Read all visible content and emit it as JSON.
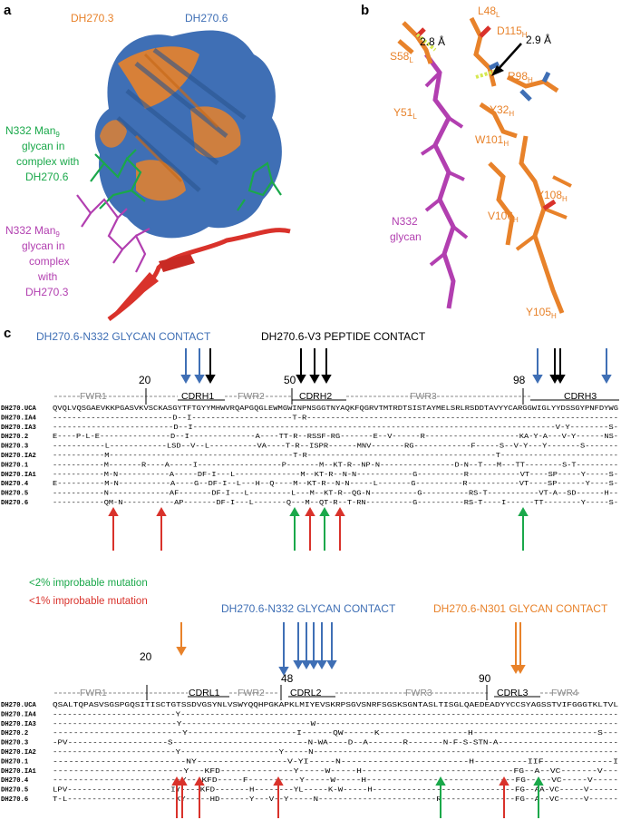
{
  "panel_a": {
    "letter": "a",
    "dh2703": "DH270.3",
    "dh2706": "DH270.6",
    "green_label": [
      "N332 Man",
      "9",
      "glycan in",
      "complex with",
      "DH270.6"
    ],
    "magenta_label": [
      "N332 Man",
      "9",
      "glycan in",
      "complex",
      "with",
      "DH270.3"
    ]
  },
  "panel_b": {
    "letter": "b",
    "labels": [
      {
        "text": "L48",
        "sub": "L"
      },
      {
        "text": "D115",
        "sub": "H"
      },
      {
        "text": "2.9 Å",
        "sub": ""
      },
      {
        "text": "2.8 Å",
        "sub": ""
      },
      {
        "text": "S58",
        "sub": "L"
      },
      {
        "text": "R98",
        "sub": "H"
      },
      {
        "text": "Y51",
        "sub": "L"
      },
      {
        "text": "Y32",
        "sub": "H"
      },
      {
        "text": "W101",
        "sub": "H"
      },
      {
        "text": "Y108",
        "sub": "H"
      },
      {
        "text": "V106",
        "sub": "H"
      },
      {
        "text": "N332",
        "sub": ""
      },
      {
        "text": "glycan",
        "sub": ""
      },
      {
        "text": "Y105",
        "sub": "H"
      }
    ]
  },
  "panel_c": {
    "letter": "c",
    "heavy": {
      "glycan_contact": "DH270.6-N332 GLYCAN CONTACT",
      "peptide_contact": "DH270.6-V3 PEPTIDE CONTACT",
      "positions": [
        "20",
        "50",
        "98"
      ],
      "regions": [
        "FWR1",
        "CDRH1",
        "FWR2",
        "CDRH2",
        "FWR3",
        "CDRH3"
      ],
      "rows": [
        {
          "name": "DH270.UCA",
          "seq": "QVQLVQSGAEVKKPGASVKVSCKASGYTFTGYYMHWVRQAPGQGLEWMGWINPNSGGTNYAQKFQGRVTMTRDTSISTAYMELSRLRSDDTAVYYCARGGWIGLYYDSSGYPNFDYWG"
        },
        {
          "name": "DH270.IA4",
          "seq": "-------------------------D--I---------------------T-R-----------------------------------------------------------------"
        },
        {
          "name": "DH270.IA3",
          "seq": "-------------------------D--I---------------------------------------------------------------------------V-Y--------S-"
        },
        {
          "name": "DH270.2",
          "seq": "E----P-L-E---------------D--I--------------A----TT-R--RSSF-RG-------E--V------R--------------------KA-Y-A---V-Y------NS-"
        },
        {
          "name": "DH270.3",
          "seq": "-----------L------------LSD--V--L----------VA----T-R--ISPR------MNV-------RG------------F-----S--V-Y---Y-------S-------"
        },
        {
          "name": "DH270.IA2",
          "seq": "-----------M---------------------------------------T-R----------------------------------------T-------------------------"
        },
        {
          "name": "DH270.1",
          "seq": "-----------M-------R----A-----I------------------P-------M--KT-R--NP-N----------------D-N--T---M---TT--------S-T---------"
        },
        {
          "name": "DH270.IA1",
          "seq": "-----------M-N-----------A-----DF-I---L--------------M--KT-R--N-N------------G----------R-----------VT----SP-----Y-----S-"
        },
        {
          "name": "DH270.4",
          "seq": "E----------M-N-----------A----G--DF-I--L---H--Q----M--KT-R--N-N-----L-------G----------R-----------VT----SP------Y----S-"
        },
        {
          "name": "DH270.5",
          "seq": "-----------N-------------AF-------DF-I---L---------L---M--KT-R--QG-N----------G----------RS-T-----------VT-A--SD------H--"
        },
        {
          "name": "DH270.6",
          "seq": "-----------QM-N-----------AP-------DF-I---L-------Q---M--QT-R--T-RN----------G----------RS-T----I------TT--------Y-----S-"
        }
      ]
    },
    "legend": {
      "green": "<2% improbable mutation",
      "red": "<1% improbable mutation"
    },
    "light": {
      "glycan_contact": "DH270.6-N332 GLYCAN CONTACT",
      "n301_contact": "DH270.6-N301 GLYCAN CONTACT",
      "positions": [
        "20",
        "48",
        "90"
      ],
      "regions": [
        "FWR1",
        "CDRL1",
        "FWR2",
        "CDRL2",
        "FWR3",
        "CDRL3",
        "FWR4"
      ],
      "rows": [
        {
          "name": "DH270.UCA",
          "seq": "QSALTQPASVSGSPGQSITISCTGTSSDVGSYNLVSWYQQHPGKAPKLMIYEVSKRPSGVSNRFSGSKSGNTASLTISGLQAEDEADYYCCSYAGSSTVIFGGGTKLTVL"
        },
        {
          "name": "DH270.IA4",
          "seq": "-------------------------Y-----------------------------------------------------------------------------------------"
        },
        {
          "name": "DH270.IA3",
          "seq": "-------------------------Y--------------------------W-------------------------------------------------------------"
        },
        {
          "name": "DH270.2",
          "seq": "-------------------------Y---------------------I------QW------K-----------------H------------------------S---"
        },
        {
          "name": "DH270.3",
          "seq": "-PV--------------------S---------------------------N-WA----D--A-------R-------N-F-S-STN-A------------------------"
        },
        {
          "name": "DH270.IA2",
          "seq": "-------------------------Y--------------------Y-----N--------------------------------------------------------------"
        },
        {
          "name": "DH270.1",
          "seq": "-------------------------NY-----------------V-YI-----N------------------------H----------IIF-------------I"
        },
        {
          "name": "DH270.IA1",
          "seq": "-------------------------Y---KFD--------------Y-----W-----H-----------------------------FG--A--VC-------V---"
        },
        {
          "name": "DH270.4",
          "seq": "-------------------------Y---KFD-----F----------Y-----W-----H-----------------------------FG--A--VC-----V-----"
        },
        {
          "name": "DH270.5",
          "seq": "LPV---------------------IY----KFD-------H--------YL-----K-W-----H-----------------------------FG--AA-VC-----V------"
        },
        {
          "name": "DH270.6",
          "seq": "T-L----------------------KY-----HD------Y---V--Y-----N------------------------R---------------FG--A--VC-----V------"
        }
      ]
    }
  },
  "colors": {
    "orange": "#e8822a",
    "blue": "#3f6fb5",
    "green": "#1aa84a",
    "magenta": "#b23fb0",
    "red": "#d9322b",
    "gray": "#8a8a8a"
  }
}
